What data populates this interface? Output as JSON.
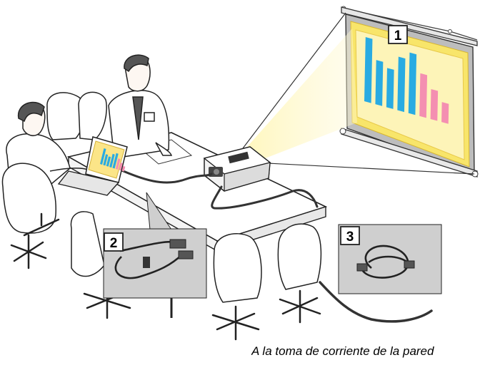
{
  "callouts": {
    "screen": "1",
    "signal_cable": "2",
    "power_cable": "3"
  },
  "caption": "A la toma de corriente de la pared",
  "colors": {
    "screen_fill": "#fdf2a8",
    "screen_border": "#f3d64b",
    "bar_blue": "#29abe2",
    "bar_pink": "#f48fb1",
    "panel_gray": "#cfcfcf",
    "beam": "#fff3b0"
  },
  "chart_on_screen": {
    "type": "bar",
    "values": [
      90,
      62,
      55,
      75,
      85,
      60,
      42,
      28
    ],
    "colors": [
      "blue",
      "blue",
      "blue",
      "blue",
      "blue",
      "pink",
      "pink",
      "pink"
    ]
  }
}
